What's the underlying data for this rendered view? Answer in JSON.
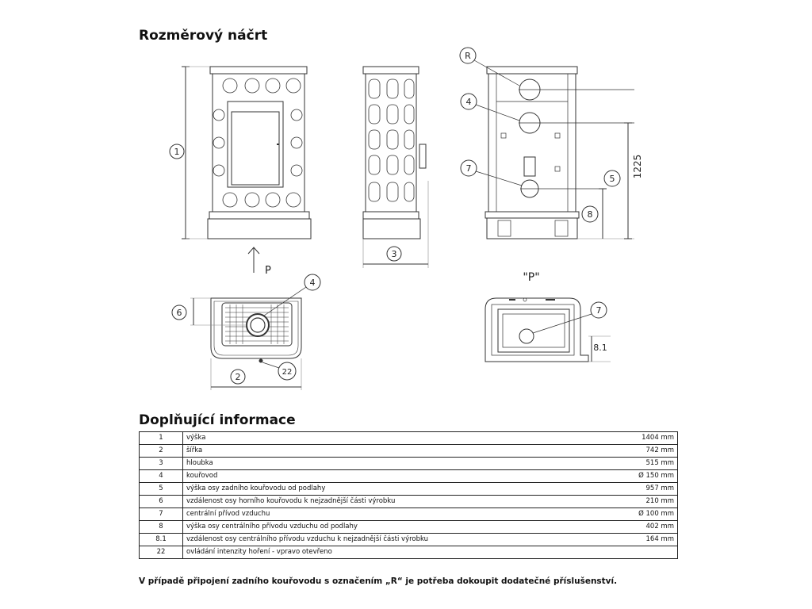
{
  "titles": {
    "sketch": "Rozměrový náčrt",
    "info": "Doplňující informace"
  },
  "labels": {
    "front_height": "1",
    "view_arrow": "P",
    "side_depth": "3",
    "rear_top_flue": "R",
    "rear_rear_flue": "4",
    "rear_air_intake": "7",
    "rear_flue_height": "5",
    "rear_air_height": "8",
    "rear_dimension": "1225",
    "top_flue": "4",
    "top_offset": "6",
    "top_width": "2",
    "top_control": "22",
    "view_p_title": "\"P\"",
    "view_p_air": "7",
    "view_p_offset": "8.1"
  },
  "table": {
    "rows": [
      {
        "no": "1",
        "desc": "výška",
        "value": "1404 mm"
      },
      {
        "no": "2",
        "desc": "šířka",
        "value": "742 mm"
      },
      {
        "no": "3",
        "desc": "hloubka",
        "value": "515 mm"
      },
      {
        "no": "4",
        "desc": "kouřovod",
        "value": "Ø 150 mm"
      },
      {
        "no": "5",
        "desc": "výška osy zadního kouřovodu od podlahy",
        "value": "957 mm"
      },
      {
        "no": "6",
        "desc": "vzdálenost osy horního kouřovodu k nejzadnější části výrobku",
        "value": "210 mm"
      },
      {
        "no": "7",
        "desc": "centrální přívod vzduchu",
        "value": "Ø 100 mm"
      },
      {
        "no": "8",
        "desc": "výška osy centrálního přívodu vzduchu od podlahy",
        "value": "402 mm"
      },
      {
        "no": "8.1",
        "desc": "vzdálenost osy centrálního přívodu vzduchu k nejzadnější části výrobku",
        "value": "164 mm"
      },
      {
        "no": "22",
        "desc": "ovládání intenzity hoření - vpravo otevřeno",
        "value": ""
      }
    ]
  },
  "note": "V případě připojení zadního kouřovodu s označením „R“ je potřeba dokoupit dodatečné příslušenství."
}
